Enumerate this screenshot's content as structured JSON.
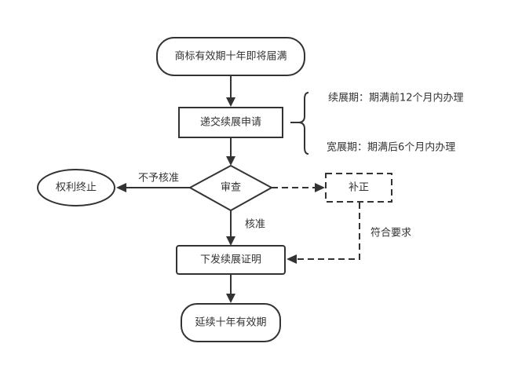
{
  "diagram": {
    "type": "flowchart",
    "nodes": {
      "start": {
        "label": "商标有效期十年即将届满",
        "shape": "rounded-terminal"
      },
      "submit": {
        "label": "递交续展申请",
        "shape": "rectangle"
      },
      "review": {
        "label": "审查",
        "shape": "diamond"
      },
      "terminate": {
        "label": "权利终止",
        "shape": "ellipse"
      },
      "correct": {
        "label": "补正",
        "shape": "dashed-rectangle"
      },
      "issue": {
        "label": "下发续展证明",
        "shape": "rounded-rectangle"
      },
      "end": {
        "label": "延续十年有效期",
        "shape": "rounded-terminal"
      }
    },
    "notes": {
      "renewal_period": "续展期：期满前12个月内办理",
      "grace_period": "宽展期：期满后6个月内办理"
    },
    "edges": {
      "reject_label": "不予核准",
      "approve_label": "核准",
      "meets_label": "符合要求"
    },
    "colors": {
      "stroke": "#333333",
      "fill": "#ffffff",
      "text": "#333333"
    }
  }
}
